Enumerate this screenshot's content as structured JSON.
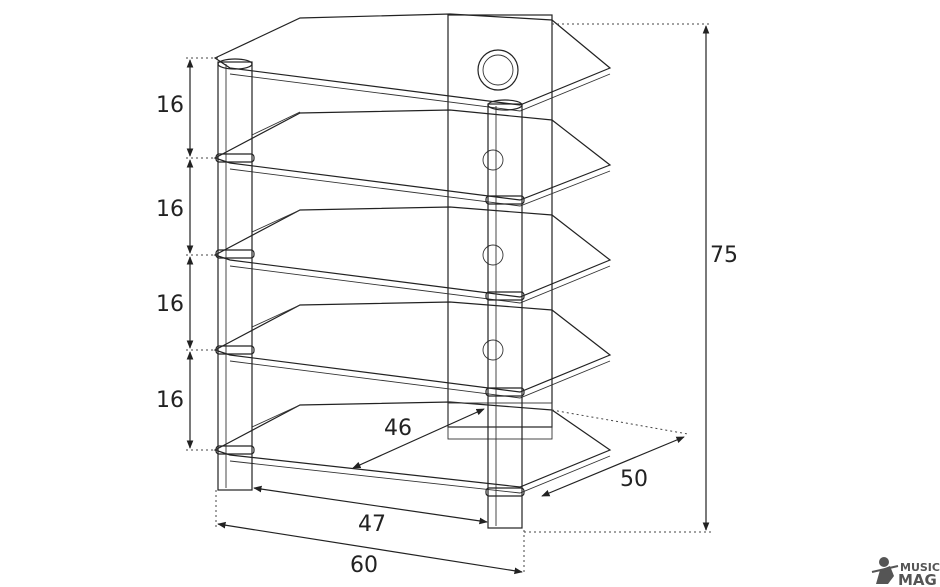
{
  "diagram": {
    "shelf_spacing_labels": [
      "16",
      "16",
      "16",
      "16"
    ],
    "height_label": "75",
    "inner_width_label": "47",
    "outer_width_label": "60",
    "depth_label": "50",
    "diagonal_label": "46"
  },
  "watermark": {
    "line1": "MUSIC",
    "line2": "MAG"
  },
  "colors": {
    "line": "#222222",
    "watermark": "#555555"
  }
}
